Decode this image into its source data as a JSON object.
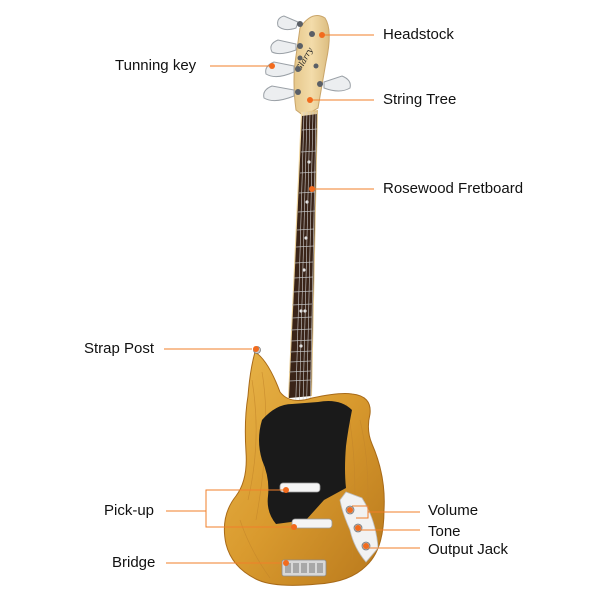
{
  "labels": {
    "headstock": "Headstock",
    "tuning_key": "Tunning key",
    "string_tree": "String Tree",
    "fretboard": "Rosewood Fretboard",
    "strap_post": "Strap Post",
    "pickup": "Pick-up",
    "volume": "Volume",
    "tone": "Tone",
    "output_jack": "Output Jack",
    "bridge": "Bridge"
  },
  "logo_text": "Glarry",
  "colors": {
    "leader_line": "#f07f2a",
    "marker": "#f26b1d",
    "body_wood": "#d99a2e",
    "pickguard": "#1a1a1a",
    "fretboard": "#3a2418",
    "maple_neck": "#f0d7a0",
    "control_plate": "#f2f2f2"
  }
}
